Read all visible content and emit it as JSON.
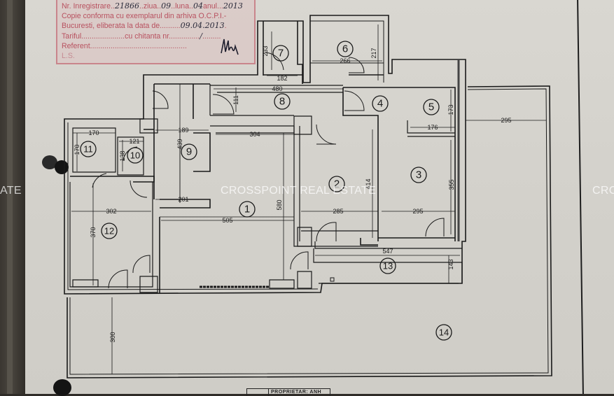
{
  "document": {
    "type": "floor plan (releveu) photocopy",
    "background_color": "#d6d4ce",
    "line_color": "#1a1a1a"
  },
  "stamp": {
    "color": "#b8515f",
    "line1_label": "Nr. Inregistrare",
    "line1_number": "21866",
    "line1_day_label": "ziua",
    "line1_day": "09",
    "line1_month_label": "luna",
    "line1_month": "04",
    "line1_year_label": "anul",
    "line1_year": "2013",
    "line2": "Copie conforma cu exemplarul din arhiva O.C.P.I.-",
    "line3_label": "Bucuresti, eliberata la data de",
    "line3_date": "09.04.2013",
    "line4_label": "Tariful",
    "line4_receipt_label": "cu chitanta nr",
    "line4_receipt": "/",
    "line5_label": "Referent",
    "line6_label": "L.S."
  },
  "watermark": {
    "text": "CROSSPOINT REAL ESTATE",
    "left_fragment": "ATE",
    "right_fragment": "CRC"
  },
  "rooms": [
    {
      "id": "1",
      "label": "1"
    },
    {
      "id": "2",
      "label": "2"
    },
    {
      "id": "3",
      "label": "3"
    },
    {
      "id": "4",
      "label": "4"
    },
    {
      "id": "5",
      "label": "5"
    },
    {
      "id": "6",
      "label": "6"
    },
    {
      "id": "7",
      "label": "7"
    },
    {
      "id": "8",
      "label": "8"
    },
    {
      "id": "9",
      "label": "9"
    },
    {
      "id": "10",
      "label": "10"
    },
    {
      "id": "11",
      "label": "11"
    },
    {
      "id": "12",
      "label": "12"
    },
    {
      "id": "13",
      "label": "13"
    },
    {
      "id": "14",
      "label": "14"
    }
  ],
  "dimensions": {
    "room7_height": "233",
    "room7_width": "182",
    "room6_width": "266",
    "room6_height": "217",
    "room8_width": "480",
    "room8_height": "111",
    "room5_height": "173",
    "room5_width": "176",
    "terrace_right_width": "295",
    "room11_width": "170",
    "room11_height": "170",
    "room10_width": "121",
    "room10_height": "138",
    "room9_width": "189",
    "room9_height": "439",
    "room9_bottom_width": "201",
    "room1_top_width": "304",
    "room1_width": "505",
    "room1_height": "580",
    "room2_height": "414",
    "room2_width": "285",
    "room3_height": "355",
    "room3_width": "295",
    "room12_width": "302",
    "room12_height": "370",
    "room13_width": "547",
    "room13_height": "143",
    "terrace_height": "300"
  },
  "title_block": {
    "text": "PROPRIETAR: ANH"
  }
}
